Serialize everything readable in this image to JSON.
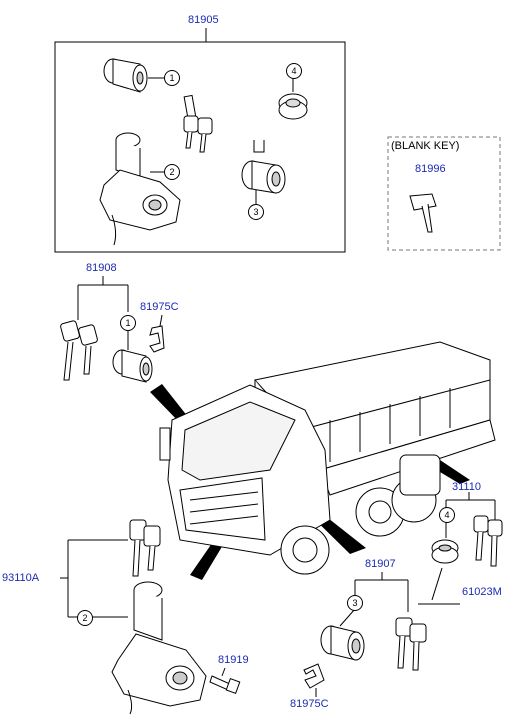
{
  "part_numbers": {
    "kit_top": "81905",
    "blank_key_kit": "81996",
    "door_lock_left_kit": "81908",
    "clip_upper": "81975C",
    "ignition_kit": "93110A",
    "bolt": "81919",
    "door_lock_right_kit": "81907",
    "clip_lower": "81975C",
    "fuel_cap_kit": "31110",
    "cable": "61023M"
  },
  "labels": {
    "blank_key": "(BLANK KEY)"
  },
  "callouts": {
    "c1_top": "1",
    "c2_top": "2",
    "c3_top": "3",
    "c4_top": "4",
    "c1_left": "1",
    "c2_lower": "2",
    "c3_lower": "3",
    "c4_right": "4"
  },
  "colors": {
    "part_number": "#1a2bb5",
    "line": "#000000"
  }
}
